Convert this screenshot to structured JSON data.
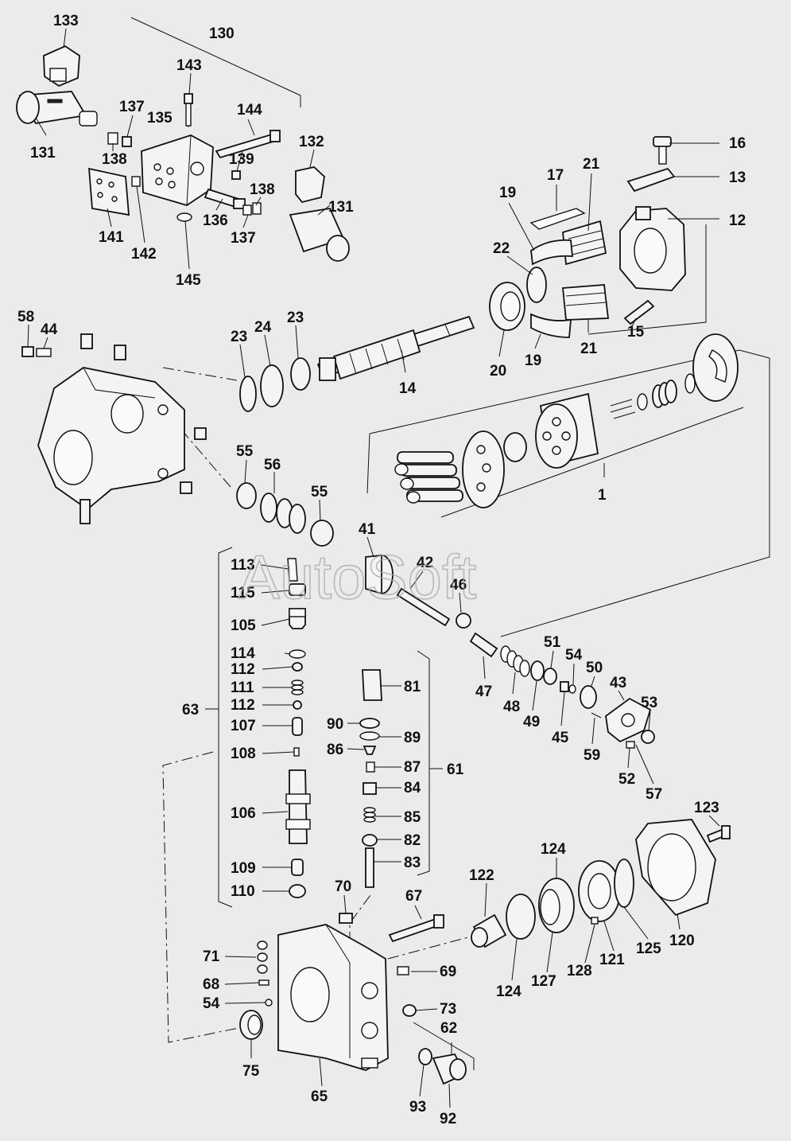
{
  "watermark": "AutoSoft",
  "labels": {
    "p133": "133",
    "p130": "130",
    "p143": "143",
    "p137a": "137",
    "p135": "135",
    "p144": "144",
    "p138a": "138",
    "p131a": "131",
    "p139": "139",
    "p132": "132",
    "p138b": "138",
    "p131b": "131",
    "p141": "141",
    "p142": "142",
    "p136": "136",
    "p137b": "137",
    "p145": "145",
    "p16": "16",
    "p13": "13",
    "p12": "12",
    "p17": "17",
    "p21a": "21",
    "p19a": "19",
    "p22": "22",
    "p15": "15",
    "p21b": "21",
    "p20": "20",
    "p19b": "19",
    "p58": "58",
    "p44": "44",
    "p23a": "23",
    "p24": "24",
    "p23b": "23",
    "p14": "14",
    "p1": "1",
    "p55a": "55",
    "p56": "56",
    "p55b": "55",
    "p41": "41",
    "p42": "42",
    "p46": "46",
    "p113": "113",
    "p115": "115",
    "p105": "105",
    "p114": "114",
    "p112a": "112",
    "p111": "111",
    "p112b": "112",
    "p107": "107",
    "p108": "108",
    "p106": "106",
    "p109": "109",
    "p110": "110",
    "p63": "63",
    "p81": "81",
    "p90": "90",
    "p89": "89",
    "p86": "86",
    "p87": "87",
    "p84": "84",
    "p85": "85",
    "p82": "82",
    "p83": "83",
    "p61": "61",
    "p47": "47",
    "p48": "48",
    "p49": "49",
    "p51": "51",
    "p54a": "54",
    "p50": "50",
    "p45": "45",
    "p43": "43",
    "p53": "53",
    "p59": "59",
    "p52": "52",
    "p57": "57",
    "p123": "123",
    "p124a": "124",
    "p122": "122",
    "p120": "120",
    "p125": "125",
    "p121": "121",
    "p128": "128",
    "p127": "127",
    "p124b": "124",
    "p70": "70",
    "p67": "67",
    "p71": "71",
    "p68": "68",
    "p54b": "54",
    "p69": "69",
    "p73": "73",
    "p62": "62",
    "p75": "75",
    "p65": "65",
    "p93": "93",
    "p92": "92"
  },
  "colors": {
    "background": "#ecebec",
    "ink": "#111111",
    "watermark": "#a8a8a8"
  }
}
